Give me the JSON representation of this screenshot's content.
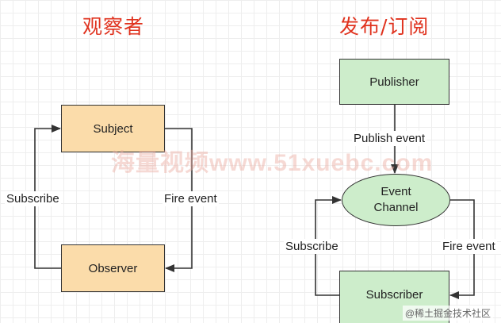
{
  "titles": {
    "observer_pattern": "观察者",
    "pubsub_pattern": "发布/订阅"
  },
  "observer_diagram": {
    "subject": "Subject",
    "observer": "Observer",
    "subscribe_label": "Subscribe",
    "fire_event_label": "Fire event"
  },
  "pubsub_diagram": {
    "publisher": "Publisher",
    "publish_event_label": "Publish event",
    "event_channel_line1": "Event",
    "event_channel_line2": "Channel",
    "subscribe_label": "Subscribe",
    "fire_event_label": "Fire event",
    "subscriber": "Subscriber"
  },
  "watermark": "海量视频www.51xuebc.com",
  "credit": "@稀土掘金技术社区",
  "colors": {
    "title": "#e0321e",
    "observer_boxes": "#fbdcaa",
    "pubsub_boxes": "#cdedcb",
    "stroke": "#333333"
  }
}
